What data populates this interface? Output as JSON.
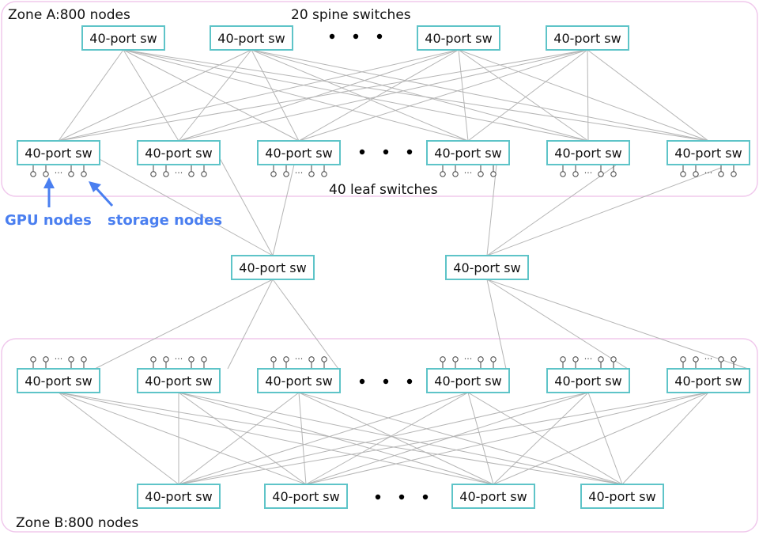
{
  "colors": {
    "frame": "#f0c8ec",
    "switch_border": "#5ec4c8",
    "link": "#b5b5b5",
    "annotation": "#4a7ff0"
  },
  "labels": {
    "zone_a": "Zone A:800 nodes",
    "zone_b": "Zone B:800 nodes",
    "spine_count": "20 spine switches",
    "leaf_count": "40 leaf switches",
    "gpu_nodes": "GPU nodes",
    "storage_nodes": "storage nodes",
    "port_ellipsis": "···"
  },
  "switch_label": "40-port sw",
  "zone_a": {
    "spines": [
      "40-port sw",
      "40-port sw",
      "40-port sw",
      "40-port sw"
    ],
    "leaves": [
      "40-port sw",
      "40-port sw",
      "40-port sw",
      "40-port sw",
      "40-port sw",
      "40-port sw"
    ]
  },
  "core": [
    "40-port sw",
    "40-port sw"
  ],
  "zone_b": {
    "leaves": [
      "40-port sw",
      "40-port sw",
      "40-port sw",
      "40-port sw",
      "40-port sw",
      "40-port sw"
    ],
    "spines": [
      "40-port sw",
      "40-port sw",
      "40-port sw",
      "40-port sw"
    ]
  }
}
